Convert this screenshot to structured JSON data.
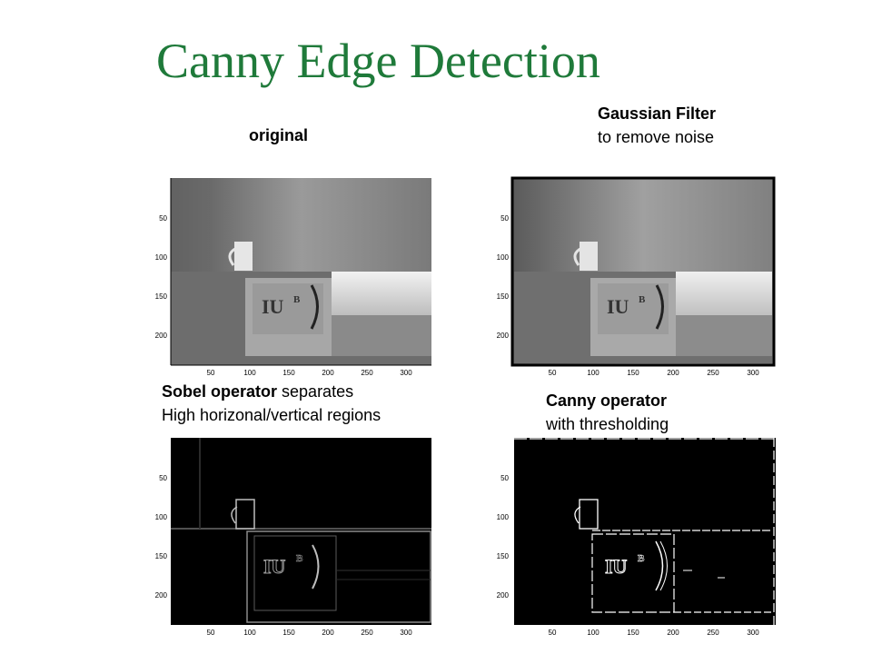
{
  "slide": {
    "title": "Canny Edge Detection"
  },
  "captions": {
    "original": "original",
    "gaussian_bold": "Gaussian Filter",
    "gaussian_rest": "to remove noise",
    "sobel_bold": "Sobel operator",
    "sobel_rest": " separates",
    "sobel_line2": "High horizonal/vertical regions",
    "canny_bold": "Canny operator",
    "canny_rest": "with thresholding"
  },
  "image_axes": {
    "x_ticks": [
      "50",
      "100",
      "150",
      "200",
      "250",
      "300"
    ],
    "y_ticks": [
      "50",
      "100",
      "150",
      "200"
    ]
  },
  "image_text": {
    "logo": "IU",
    "logo_superscript": "B"
  },
  "colors": {
    "title": "#1f7a3a",
    "text": "#000000"
  }
}
